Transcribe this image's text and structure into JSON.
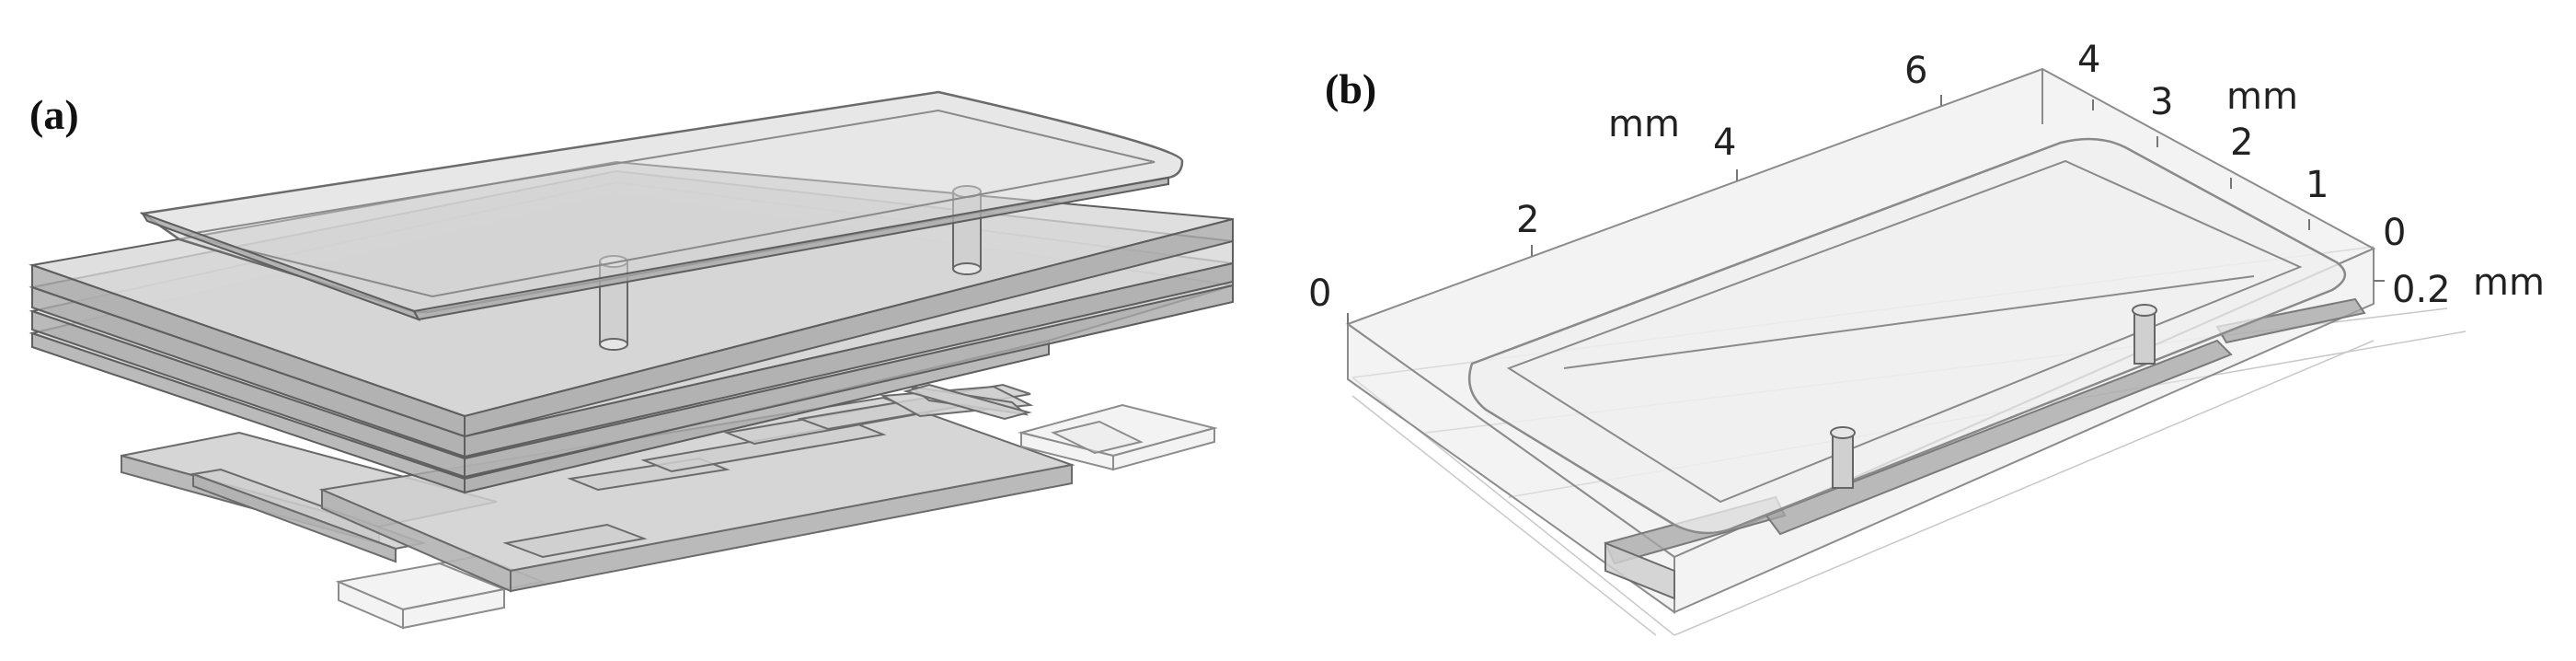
{
  "panels": {
    "a": {
      "label": "(a)"
    },
    "b": {
      "label": "(b)"
    }
  },
  "axes_b": {
    "x_ticks": [
      "0",
      "2",
      "4",
      "6"
    ],
    "x_unit": "mm",
    "y_ticks": [
      "4",
      "3",
      "2",
      "1",
      "0"
    ],
    "y_unit": "mm",
    "z_ticks": [
      "0.2"
    ],
    "z_unit": "mm"
  }
}
